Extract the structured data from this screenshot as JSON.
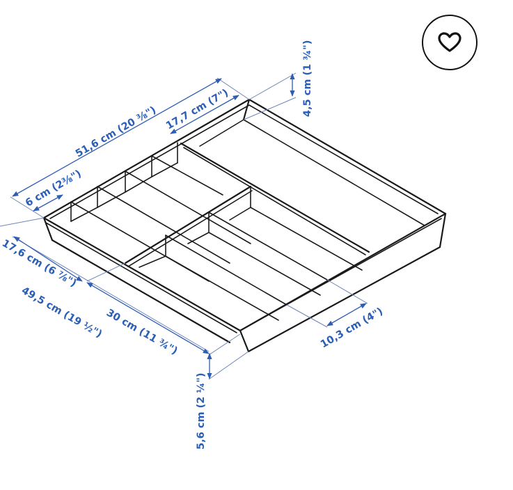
{
  "product_image": {
    "type": "dimension-drawing",
    "subject": "cutlery tray with compartments",
    "line_color": "#1a1a1a",
    "dimension_color": "#2a5fb8"
  },
  "favorite_button": {
    "icon": "heart-icon",
    "label": "Add to favourites"
  },
  "dimensions": {
    "overall_width": "51,6 cm (20 ⅜\")",
    "large_compartment_width": "17,7 cm (7\")",
    "inner_height": "4,5 cm (1 ¾\")",
    "small_compartment_width": "6 cm (2⅜\")",
    "front_section_depth": "17,6 cm (6 ⅞\")",
    "overall_depth": "49,5 cm (19 ½\")",
    "rear_section_depth": "30 cm (11 ¾\")",
    "side_compartment_width": "10,3 cm (4\")",
    "overall_height": "5,6 cm (2 ¼\")"
  }
}
